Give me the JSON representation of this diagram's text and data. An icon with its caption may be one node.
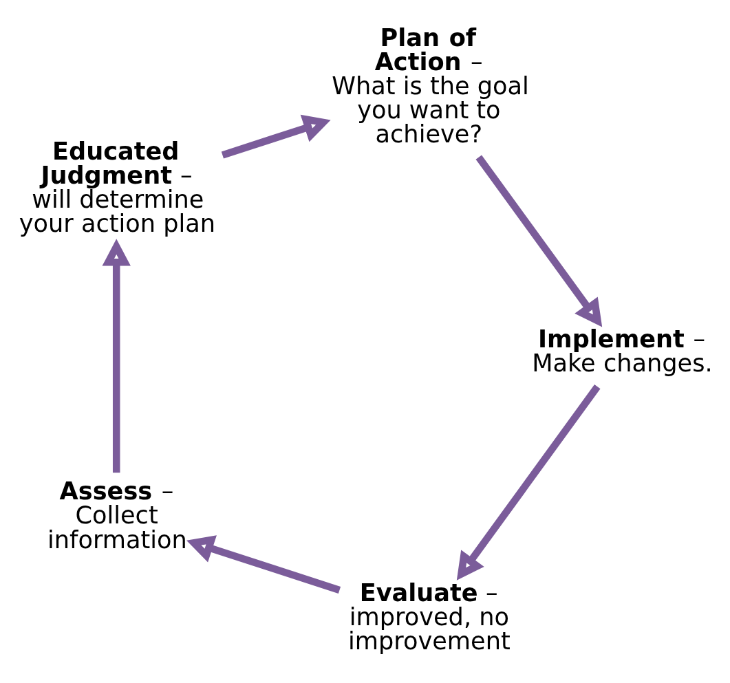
{
  "diagram": {
    "nodes": [
      {
        "text": [
          "**Evaluate** – improved, no improvement"
        ]
      },
      {
        "text": [
          "**Assess** – Collect information"
        ]
      },
      {
        "text": [
          "**Educated Judgment** – will determine your action plan"
        ]
      },
      {
        "text": [
          "**Implement** – Make changes."
        ]
      },
      {
        "text": [
          "**Plan of Action** – What is the goal you want to achieve?"
        ]
      }
    ],
    "edges": [
      {
        "from": 0,
        "to": 1,
        "arrow": "to"
      },
      {
        "from": 1,
        "to": 2,
        "arrow": "to"
      },
      {
        "from": 2,
        "to": 4,
        "arrow": "to"
      },
      {
        "from": 4,
        "to": 3,
        "arrow": "to"
      },
      {
        "from": 3,
        "to": 0,
        "arrow": "to"
      }
    ]
  }
}
